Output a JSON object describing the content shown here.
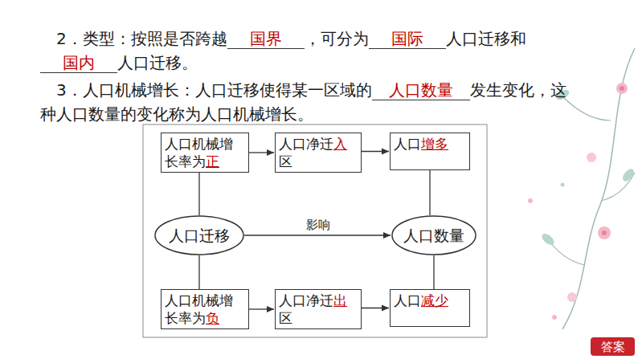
{
  "diagram": {
    "nodes": [
      {
        "text": [
          "人口机械增长率为",
          "正"
        ]
      },
      {
        "text": [
          "人口净迁",
          "入",
          "区"
        ]
      },
      {
        "text": [
          "人口",
          "增多"
        ]
      },
      {
        "text": [
          "人口迁移"
        ]
      },
      {
        "text": [
          "人口数量"
        ]
      },
      {
        "text": [
          "人口机械增长率为",
          "负"
        ]
      },
      {
        "text": [
          "人口净迁",
          "出",
          "区"
        ]
      },
      {
        "text": [
          "人口",
          "减少"
        ]
      },
      {
        "text": [
          "答案"
        ]
      }
    ],
    "edges": [
      {
        "from": 0,
        "to": 1,
        "arrow": "to"
      },
      {
        "from": 1,
        "to": 2,
        "arrow": "to"
      },
      {
        "from": 3,
        "to": 0,
        "arrow": "none"
      },
      {
        "from": 3,
        "to": 5,
        "arrow": "none"
      },
      {
        "from": 3,
        "to": 4,
        "label": "影响",
        "arrow": "to"
      },
      {
        "from": 2,
        "to": 4,
        "arrow": "none"
      },
      {
        "from": 4,
        "to": 7,
        "arrow": "none"
      },
      {
        "from": 5,
        "to": 6,
        "arrow": "to"
      },
      {
        "from": 6,
        "to": 7,
        "arrow": "to"
      }
    ],
    "labels": [
      "2．类型：按照是否跨越",
      "国界",
      "，可分为",
      "国际",
      "人口迁移和",
      "国内",
      "人口迁移。",
      "3．人口机械增长：人口迁移使得某一区域的",
      "人口数量",
      "发生变化，这种人口数量的变化称为人口机械增长。"
    ]
  }
}
